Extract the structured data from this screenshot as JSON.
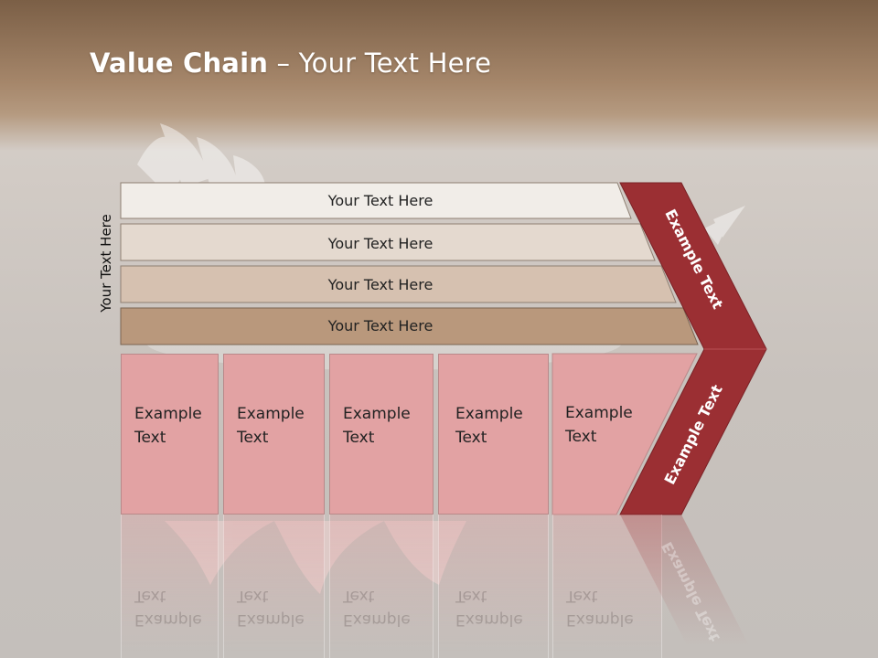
{
  "title": {
    "bold": "Value Chain",
    "rest": " – Your Text Here"
  },
  "side_label": "Your Text Here",
  "bars": [
    "Your Text Here",
    "Your Text Here",
    "Your Text Here",
    "Your Text Here"
  ],
  "boxes": [
    {
      "line1": "Example",
      "line2": "Text"
    },
    {
      "line1": "Example",
      "line2": "Text"
    },
    {
      "line1": "Example",
      "line2": "Text"
    },
    {
      "line1": "Example",
      "line2": "Text"
    },
    {
      "line1": "Example",
      "line2": "Text"
    }
  ],
  "chevron": {
    "upper": "Example Text",
    "lower": "Example Text"
  },
  "colors": {
    "bar1": "#f1ede8",
    "bar2": "#e4d9cf",
    "bar3": "#d6c1b0",
    "bar4": "#b9987c",
    "box": "#e2a2a3",
    "chevron": "#9b2f33"
  }
}
